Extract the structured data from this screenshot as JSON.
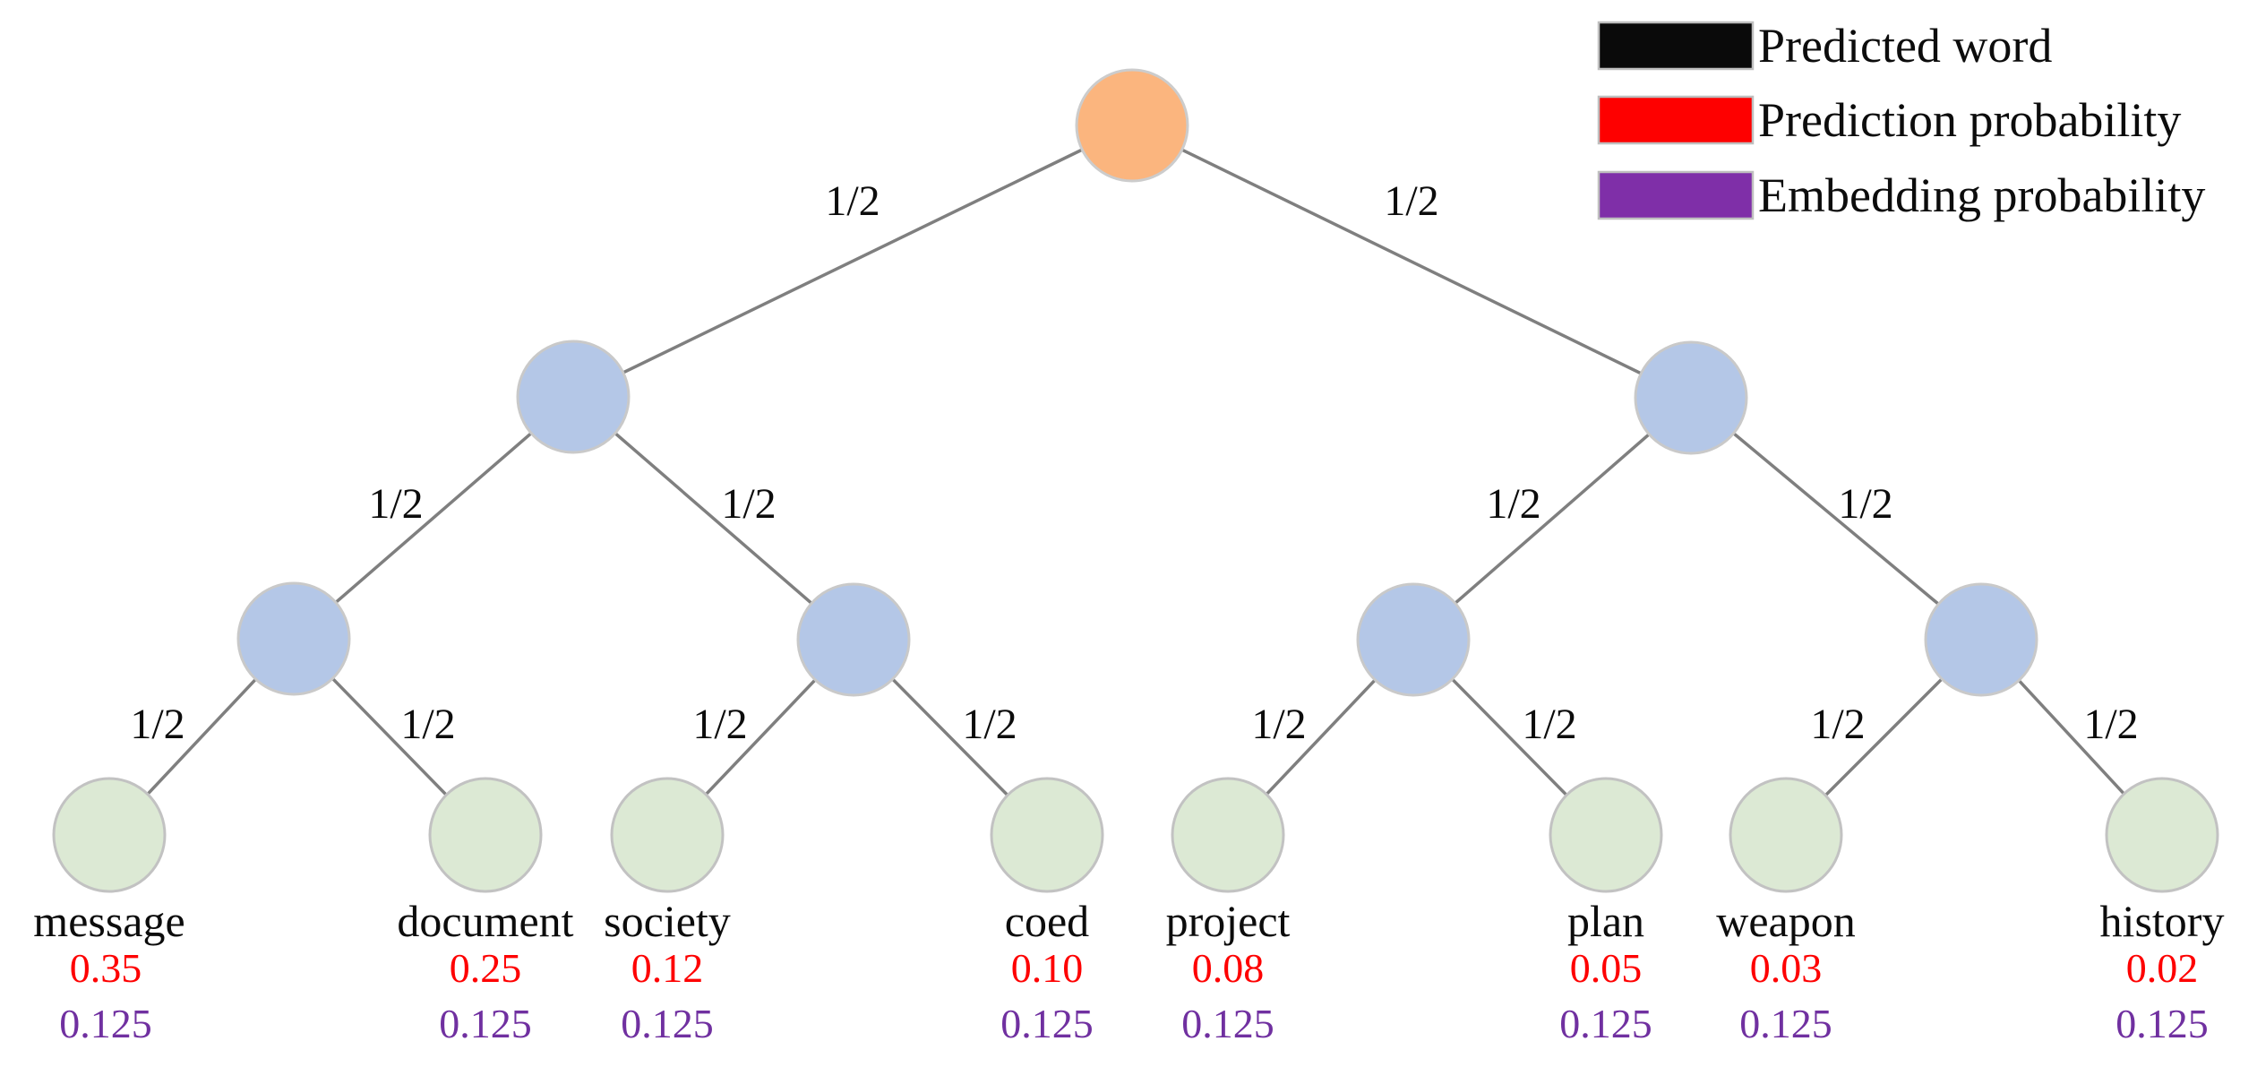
{
  "diagram": {
    "type": "binary-tree",
    "description_visible_only": "Hierarchical softmax style binary tree with probability labels",
    "edge_probability": "1/2"
  },
  "colors": {
    "root_fill": "#fbb57e",
    "internal_fill": "#b4c7e7",
    "leaf_fill": "#dce9d4",
    "edge_gray": "#7f7f7f",
    "prediction_red": "#fe0000",
    "embedding_purple": "#7030a0",
    "word_black": "#0c0c0c"
  },
  "edges": [
    {
      "from": "root",
      "to": "left",
      "label": "1/2"
    },
    {
      "from": "root",
      "to": "right",
      "label": "1/2"
    },
    {
      "from": "left",
      "to": "left-left",
      "label": "1/2"
    },
    {
      "from": "left",
      "to": "left-right",
      "label": "1/2"
    },
    {
      "from": "right",
      "to": "right-left",
      "label": "1/2"
    },
    {
      "from": "right",
      "to": "right-right",
      "label": "1/2"
    },
    {
      "from": "left-left",
      "to": "message",
      "label": "1/2"
    },
    {
      "from": "left-left",
      "to": "document",
      "label": "1/2"
    },
    {
      "from": "left-right",
      "to": "society",
      "label": "1/2"
    },
    {
      "from": "left-right",
      "to": "coed",
      "label": "1/2"
    },
    {
      "from": "right-left",
      "to": "project",
      "label": "1/2"
    },
    {
      "from": "right-left",
      "to": "plan",
      "label": "1/2"
    },
    {
      "from": "right-right",
      "to": "weapon",
      "label": "1/2"
    },
    {
      "from": "right-right",
      "to": "history",
      "label": "1/2"
    }
  ],
  "leaves": [
    {
      "word": "message",
      "prediction": "0.35",
      "embedding": "0.125"
    },
    {
      "word": "document",
      "prediction": "0.25",
      "embedding": "0.125"
    },
    {
      "word": "society",
      "prediction": "0.12",
      "embedding": "0.125"
    },
    {
      "word": "coed",
      "prediction": "0.10",
      "embedding": "0.125"
    },
    {
      "word": "project",
      "prediction": "0.08",
      "embedding": "0.125"
    },
    {
      "word": "plan",
      "prediction": "0.05",
      "embedding": "0.125"
    },
    {
      "word": "weapon",
      "prediction": "0.03",
      "embedding": "0.125"
    },
    {
      "word": "history",
      "prediction": "0.02",
      "embedding": "0.125"
    }
  ],
  "legend": {
    "items": [
      {
        "label": "Predicted word",
        "color": "#0a0a0a"
      },
      {
        "label": "Prediction probability",
        "color": "#fe0000"
      },
      {
        "label": "Embedding probability",
        "color": "#7f2fa8"
      }
    ]
  }
}
